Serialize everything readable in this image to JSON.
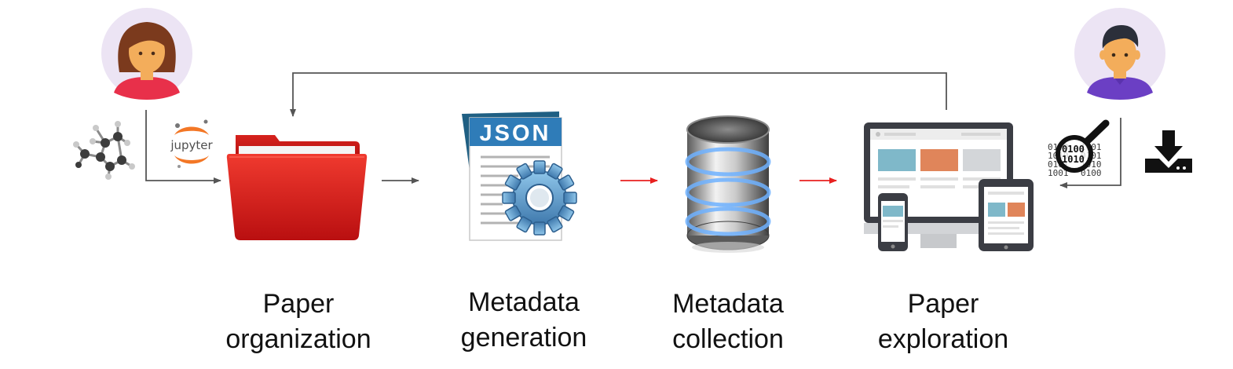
{
  "steps": [
    {
      "line1": "Paper",
      "line2": "organization"
    },
    {
      "line1": "Metadata",
      "line2": "generation"
    },
    {
      "line1": "Metadata",
      "line2": "collection"
    },
    {
      "line1": "Paper",
      "line2": "exploration"
    }
  ],
  "icons": {
    "jupyter_text": "jupyter",
    "json_text": "JSON",
    "binary_text": [
      "0100",
      "1010",
      "0101",
      "1001"
    ]
  },
  "colors": {
    "folder": "#d81d1d",
    "arrow_gray": "#555555",
    "arrow_red": "#e8201f",
    "json_banner": "#2f7cb8",
    "avatar_bg": "#ece4f4",
    "woman_shirt": "#e8304a",
    "man_shirt": "#6b3fc4",
    "skin": "#f3ad5b"
  }
}
